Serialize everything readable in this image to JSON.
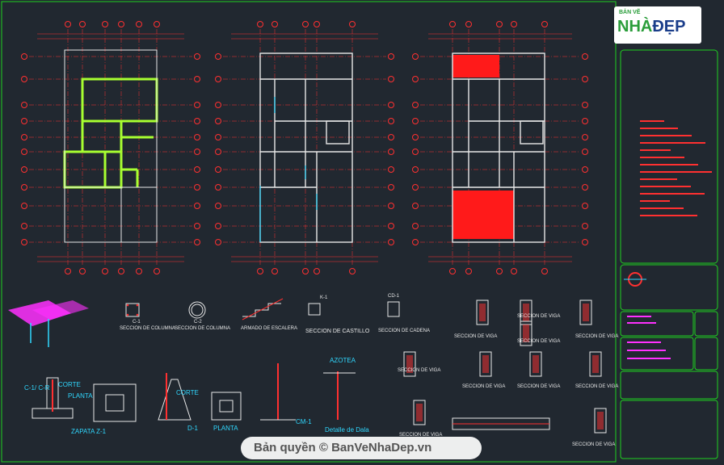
{
  "logo": {
    "line1": "BẢN VẼ",
    "line2a": "NHÀ",
    "line2b": "ĐẸP"
  },
  "watermark": "Bản quyền © BanVeNhaDep.vn",
  "details": {
    "seccion_columna_1": "SECCION DE COLUMNA",
    "seccion_columna_2": "SECCION DE COLUMNA",
    "armado_escalera": "ARMADO DE ESCALERA",
    "seccion_castillo": "SECCION DE CASTILLO",
    "seccion_cadena": "SECCION DE CADENA",
    "k1": "K-1",
    "cd1": "CD-1",
    "c1": "C-1",
    "c2": "C-2",
    "azotea": "AZOTEA",
    "corte_1": "CORTE",
    "planta_1": "PLANTA",
    "corte_2": "CORTE",
    "planta_2": "PLANTA",
    "zapata": "ZAPATA Z-1",
    "d1": "D-1",
    "cm1": "CM-1",
    "detalle_dala": "Detalle de Dala",
    "c1_cr": "C-1/ C-R",
    "seccion_viga_1": "SECCION DE VIGA",
    "seccion_viga_2": "SECCION DE VIGA",
    "seccion_viga_3": "SECCION DE VIGA",
    "seccion_viga_4": "SECCION DE VIGA",
    "seccion_viga_5": "SECCION DE VIGA",
    "seccion_viga_6": "SECCION DE VIGA",
    "seccion_viga_7": "SECCION DE VIGA",
    "seccion_viga_8": "SECCION DE VIGA",
    "seccion_viga_9": "SECCION DE VIGA",
    "seccion_viga_10": "SECCION DE VIGA"
  },
  "colors": {
    "background": "#212830",
    "grid_red": "#ff3030",
    "wall_white": "#e8e8e8",
    "column_green": "#a8ff30",
    "fill_red": "#ff1a1a",
    "cyan": "#30d8ff",
    "magenta": "#ff30ff",
    "frame_green": "#20d020"
  }
}
